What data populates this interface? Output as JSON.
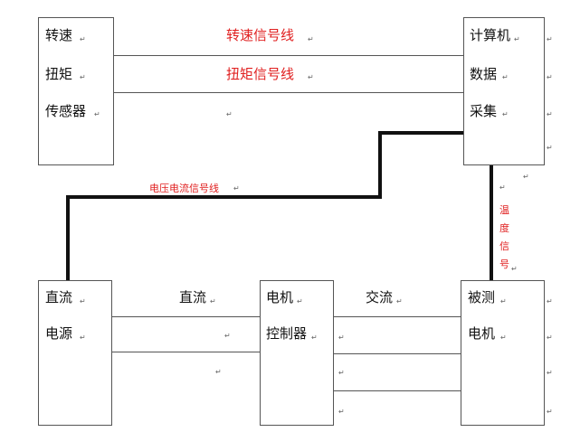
{
  "nodes": {
    "sensor": {
      "lines": [
        "转速",
        "扭矩",
        "传感器"
      ]
    },
    "computer": {
      "lines": [
        "计算机",
        "数据",
        "采集"
      ]
    },
    "power": {
      "lines": [
        "直流",
        "电源"
      ]
    },
    "controller": {
      "lines": [
        "电机",
        "控制器"
      ]
    },
    "motor": {
      "lines": [
        "被测",
        "电机"
      ]
    }
  },
  "edges": {
    "speed_signal": "转速信号线",
    "torque_signal": "扭矩信号线",
    "voltage_current_signal": "电压电流信号线",
    "temperature_signal": [
      "温",
      "度",
      "信",
      "号"
    ],
    "dc_label": "直流",
    "ac_label": "交流"
  },
  "colors": {
    "signal_text": "#e02020",
    "thick_line": "#111111",
    "box_border": "#555555"
  }
}
